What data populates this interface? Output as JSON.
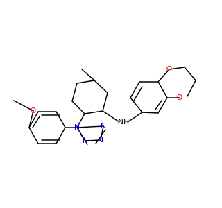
{
  "structure": {
    "labels": {
      "methyl_label": "",
      "nh": "NH",
      "n1": "N",
      "n2": "N",
      "n3": "N",
      "n4": "N",
      "o_methoxy": "O",
      "o_ring_top": "O",
      "o_ring_bottom": "O"
    },
    "colors": {
      "carbon_bond": "#000000",
      "nitrogen": "#0000ff",
      "oxygen": "#ff0000"
    }
  }
}
